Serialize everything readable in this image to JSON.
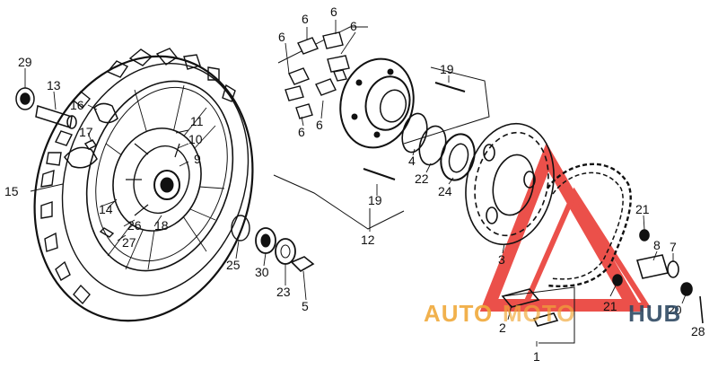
{
  "diagram": {
    "labels": {
      "p1": "1",
      "p2": "2",
      "p3": "3",
      "p4": "4",
      "p5": "5",
      "p6a": "6",
      "p6b": "6",
      "p6c": "6",
      "p6d": "6",
      "p6e": "6",
      "p6f": "6",
      "p7": "7",
      "p8": "8",
      "p9": "9",
      "p10": "10",
      "p11": "11",
      "p12": "12",
      "p13": "13",
      "p14": "14",
      "p15": "15",
      "p16": "16",
      "p17": "17",
      "p18": "18",
      "p19a": "19",
      "p19b": "19",
      "p20": "20",
      "p21a": "21",
      "p21b": "21",
      "p22": "22",
      "p23": "23",
      "p24": "24",
      "p25": "25",
      "p26": "26",
      "p27": "27",
      "p28": "28",
      "p29": "29",
      "p30": "30"
    }
  },
  "watermark": {
    "part1": "AUTO",
    "part2": "MOTO",
    "part3": "HUB",
    "colors": {
      "orange": "#f0a93a",
      "red": "#e8322b",
      "dark": "#2f4a63"
    }
  }
}
